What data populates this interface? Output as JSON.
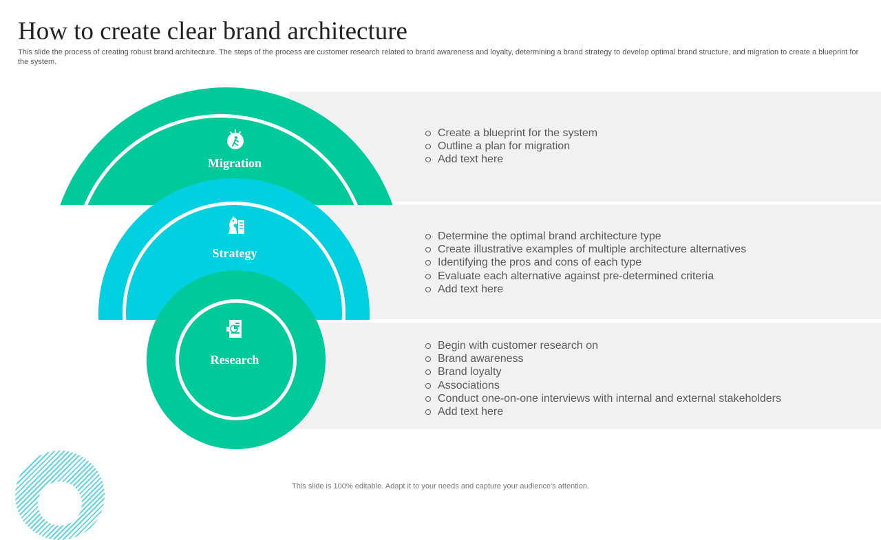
{
  "title": "How to create clear brand architecture",
  "subtitle": "This slide the process of creating robust brand architecture. The steps of the process are customer research related to brand awareness and loyalty, determining a brand strategy to develop optimal brand structure, and migration to create a blueprint for the system.",
  "colors": {
    "green": "#00c99a",
    "cyan": "#00d0e0",
    "panel": "#f1f1f1"
  },
  "steps": [
    {
      "label": "Migration",
      "icon": "migration-person-icon",
      "items": [
        "Create a blueprint for the system",
        "Outline  a plan for migration",
        "Add text here"
      ]
    },
    {
      "label": "Strategy",
      "icon": "chess-knight-icon",
      "items": [
        "Determine the optimal brand architecture type",
        "Create illustrative  examples of multiple architecture alternatives",
        "Identifying  the pros and cons of each type",
        "Evaluate each alternative against pre-determined criteria",
        "Add text here"
      ]
    },
    {
      "label": "Research",
      "icon": "research-report-icon",
      "items": [
        "Begin with customer research on",
        "Brand awareness",
        "Brand loyalty",
        "Associations",
        "Conduct  one-on-one  interviews with internal and external  stakeholders",
        "Add text here"
      ]
    }
  ],
  "footer": "This slide is 100% editable. Adapt it to your needs and capture your audience's attention."
}
